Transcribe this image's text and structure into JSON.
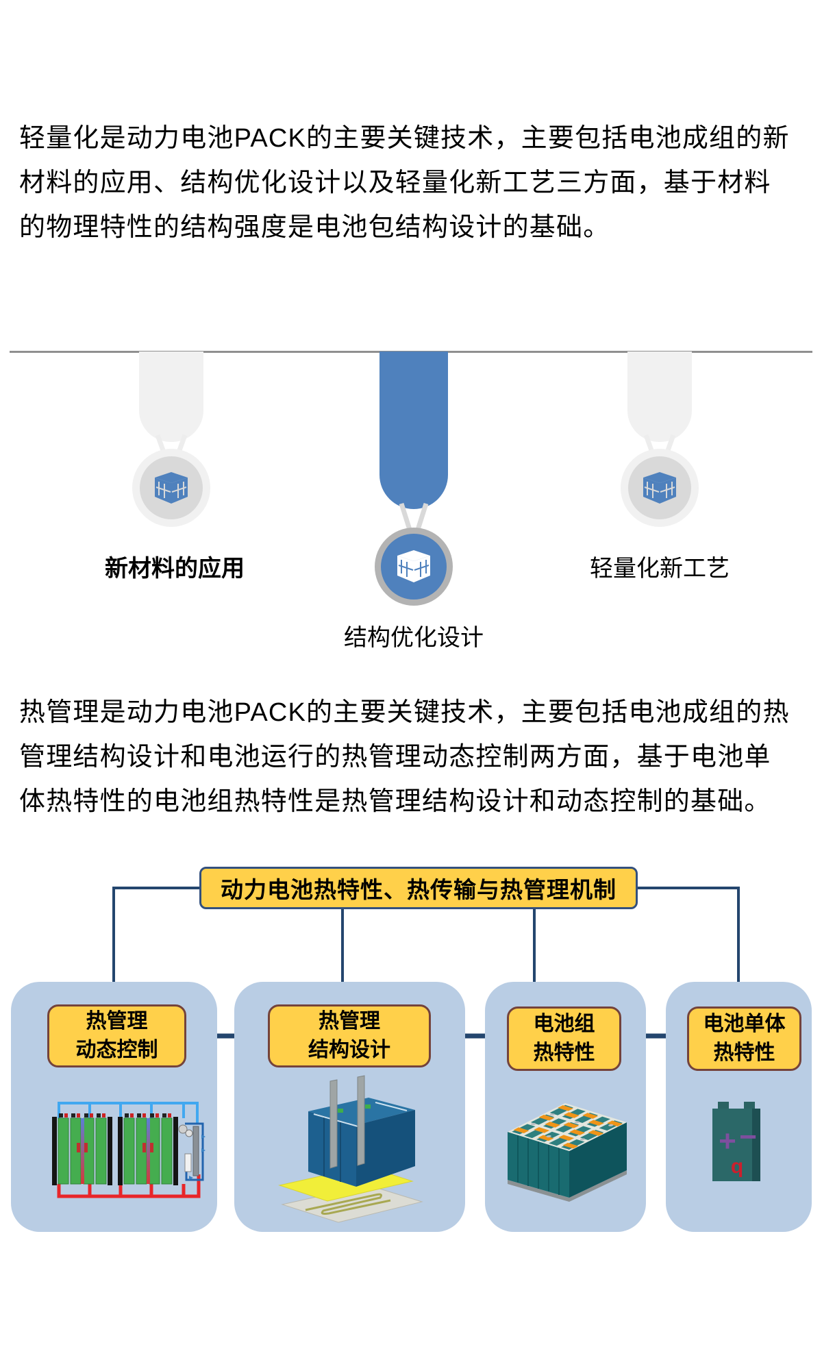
{
  "para1": {
    "lines": [
      "轻量化是动力电池PACK的主要关键技术，主要包括电池成组的新",
      "材料的应用、结构优化设计以及轻量化新工艺三方面，基于材料",
      "的物理特性的结构强度是电池包结构设计的基础。"
    ]
  },
  "diagram1": {
    "items": [
      {
        "label": "新材料的应用",
        "state": "muted",
        "icon": "building-icon"
      },
      {
        "label": "结构优化设计",
        "state": "highlighted",
        "icon": "building-icon"
      },
      {
        "label": "轻量化新工艺",
        "state": "muted",
        "icon": "building-icon"
      }
    ],
    "colors": {
      "highlight_blue": "#4f81bd",
      "muted_fill": "#f1f1f1",
      "muted_inner": "#d9d9d9",
      "ring_gray": "#b3b3b3",
      "divider_gray": "#8f8f8f"
    }
  },
  "para2": {
    "lines": [
      "热管理是动力电池PACK的主要关键技术，主要包括电池成组的热",
      "管理结构设计和电池运行的热管理动态控制两方面，基于电池单",
      "体热特性的电池组热特性是热管理结构设计和动态控制的基础。"
    ]
  },
  "diagram2": {
    "header": "动力电池热特性、热传输与热管理机制",
    "nodes": [
      {
        "title_line1": "热管理",
        "title_line2": "动态控制",
        "image": "thermal-control-testbench"
      },
      {
        "title_line1": "热管理",
        "title_line2": "结构设计",
        "image": "pack-structure-exploded"
      },
      {
        "title_line1": "电池组",
        "title_line2": "热特性",
        "image": "battery-module-3d"
      },
      {
        "title_line1": "电池单体",
        "title_line2": "热特性",
        "image": "battery-cell-3d",
        "marks": {
          "plus": "+",
          "minus": "−",
          "q": "q"
        }
      }
    ],
    "colors": {
      "card_blue": "#b9cde4",
      "node_yellow": "#ffd04a",
      "node_border": "#74433b",
      "connector_navy": "#24466e",
      "header_border": "#33507e"
    }
  }
}
